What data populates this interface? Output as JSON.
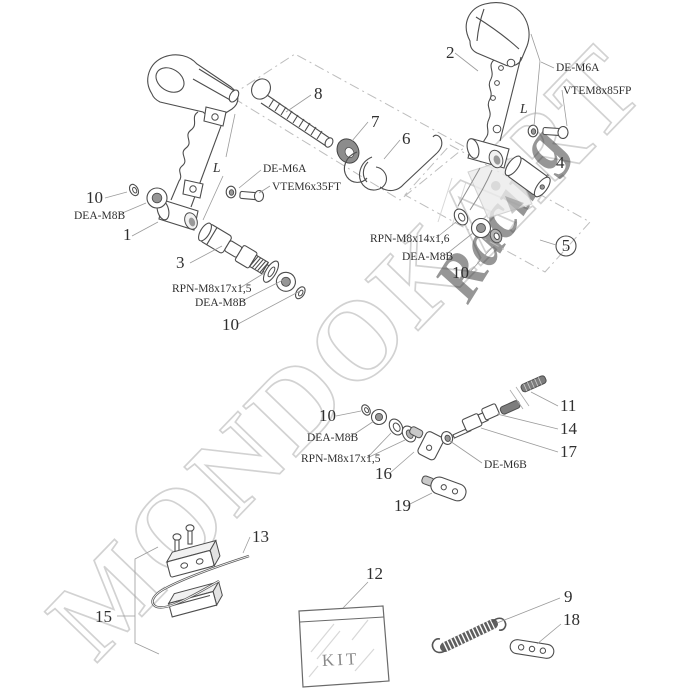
{
  "watermark": {
    "brand": "MONDOKART",
    "accent": "Racing"
  },
  "kit": {
    "label": "KIT"
  },
  "axis_label": "L",
  "part_numbers": {
    "p1": "1",
    "p2": "2",
    "p3": "3",
    "p4": "4",
    "p5": "5",
    "p6": "6",
    "p7": "7",
    "p8": "8",
    "p9": "9",
    "p10": "10",
    "p11": "11",
    "p12": "12",
    "p13": "13",
    "p14": "14",
    "p15": "15",
    "p16": "16",
    "p17": "17",
    "p18": "18",
    "p19": "19"
  },
  "part_codes": {
    "de_m6a": "DE-M6A",
    "vtem6x35ft": "VTEM6x35FT",
    "vtem8x85fp": "VTEM8x85FP",
    "dea_m8b": "DEA-M8B",
    "rpn_m8x17x15": "RPN-M8x17x1,5",
    "rpn_m8x14x16": "RPN-M8x14x1,6",
    "de_m6b": "DE-M6B"
  },
  "colors": {
    "line": "#4d4d4d",
    "leader": "#9b9b9b",
    "dash": "#bdbdbd",
    "label": "#2f2f2f",
    "watermark_gray": "#c8c8c8",
    "accent_red": "#cc3333",
    "dark_part": "#7d7d7d"
  }
}
